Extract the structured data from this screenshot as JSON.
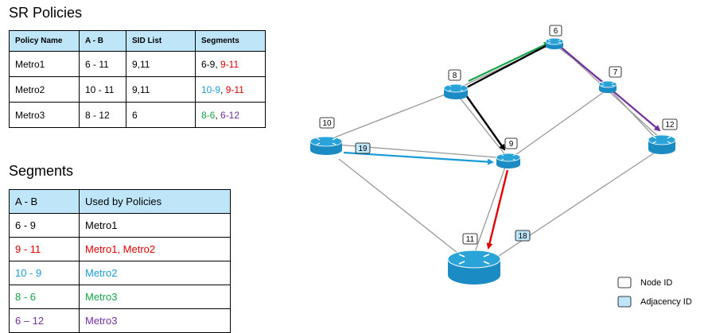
{
  "policies": {
    "title": "SR Policies",
    "headers": [
      "Policy Name",
      "A - B",
      "SID List",
      "Segments"
    ],
    "rows": [
      {
        "name": "Metro1",
        "ab": "6 - 11",
        "sids": "9,11",
        "seg1": "6-9",
        "seg1_color": "#000000",
        "sep": ", ",
        "seg2": "9-11",
        "seg2_color": "#e00000"
      },
      {
        "name": "Metro2",
        "ab": "10 - 11",
        "sids": "9,11",
        "seg1": "10-9",
        "seg1_color": "#1a9ad6",
        "sep": ", ",
        "seg2": "9-11",
        "seg2_color": "#e00000"
      },
      {
        "name": "Metro3",
        "ab": "8 - 12",
        "sids": "6",
        "seg1": "8-6",
        "seg1_color": "#17a34a",
        "sep": ", ",
        "seg2": "6-12",
        "seg2_color": "#7030a0"
      }
    ]
  },
  "segments": {
    "title": "Segments",
    "headers": [
      "A - B",
      "Used by Policies"
    ],
    "rows": [
      {
        "ab": "6 - 9",
        "used": "Metro1",
        "color": "#000000"
      },
      {
        "ab": "9 - 11",
        "used": "Metro1, Metro2",
        "color": "#e00000"
      },
      {
        "ab": "10 - 9",
        "used": "Metro2",
        "color": "#1a9ad6"
      },
      {
        "ab": "8 - 6",
        "used": "Metro3",
        "color": "#17a34a"
      },
      {
        "ab": "6 – 12",
        "used": "Metro3",
        "color": "#7030a0"
      }
    ]
  },
  "topology": {
    "nodes": [
      "6",
      "7",
      "8",
      "9",
      "10",
      "11",
      "12"
    ],
    "adjacency_labels": [
      "19",
      "18"
    ],
    "node_icon": "router-icon",
    "colors": {
      "router": "#1b8bc4",
      "link": "#999999",
      "adjacency_fill": "#bfe6f8"
    }
  },
  "legend": {
    "node_id": "Node ID",
    "adjacency_id": "Adjacency ID"
  }
}
